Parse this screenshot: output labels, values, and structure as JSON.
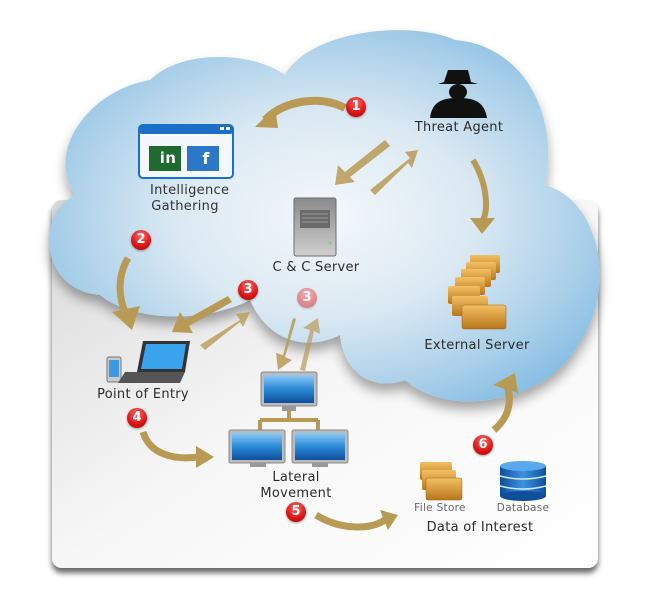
{
  "diagram": {
    "title": "Advanced Persistent Threat Lifecycle",
    "nodes": {
      "threat_agent": {
        "label": "Threat Agent"
      },
      "intelligence_gathering": {
        "label_line1": "Intelligence",
        "label_line2": "Gathering",
        "icons": [
          "linkedin-icon",
          "facebook-icon"
        ],
        "linkedin_text": "in",
        "facebook_text": "f"
      },
      "cc_server": {
        "label": "C & C Server"
      },
      "external_server": {
        "label": "External Server"
      },
      "point_of_entry": {
        "label": "Point of Entry"
      },
      "lateral_movement": {
        "label_line1": "Lateral",
        "label_line2": "Movement"
      },
      "data_of_interest": {
        "label": "Data of Interest",
        "file_store": "File Store",
        "database": "Database"
      }
    },
    "steps": [
      "1",
      "2",
      "3",
      "3",
      "4",
      "5",
      "6"
    ],
    "colors": {
      "cloud": "#8ec3e6",
      "arrow": "#b99a55",
      "badge": "#e01818",
      "card": "#f2f2f2",
      "monitor": "#1d78c8",
      "folder": "#d99a2b"
    }
  }
}
